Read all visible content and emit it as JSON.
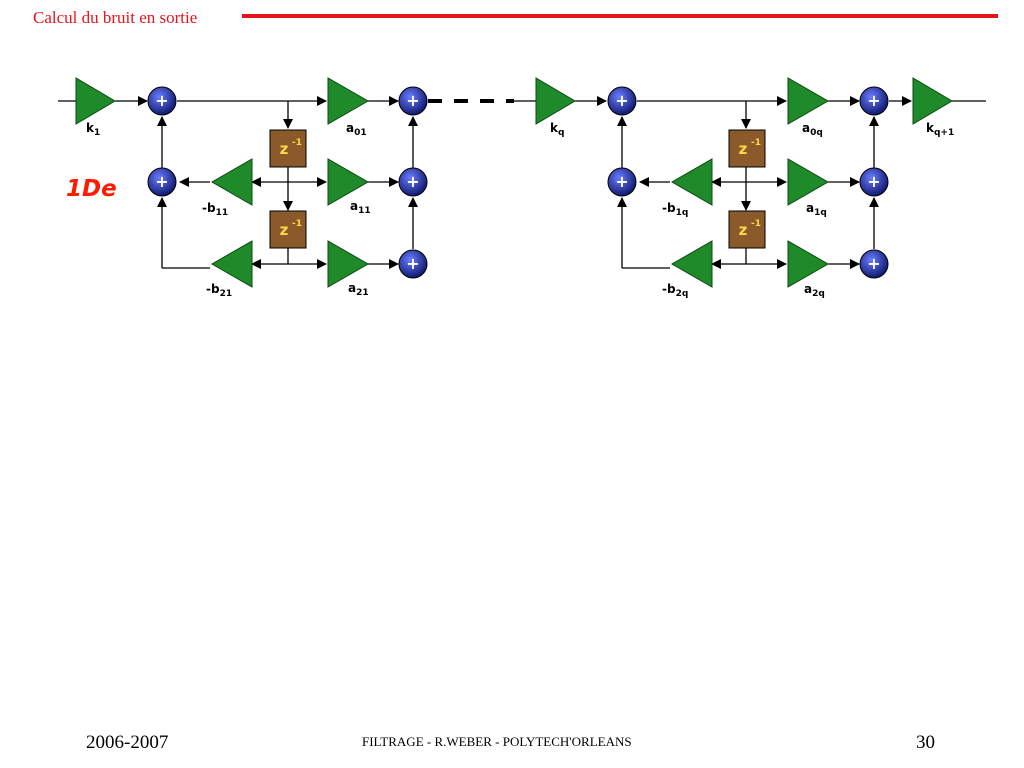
{
  "header": {
    "title": "Calcul du bruit en sortie"
  },
  "diagram": {
    "tag": "1De",
    "section1": {
      "k": "k1",
      "a0": "a01",
      "a1": "a11",
      "a2": "a21",
      "b1": "-b11",
      "b2": "-b21"
    },
    "section2": {
      "k": "kq",
      "a0": "a0q",
      "a1": "a1q",
      "a2": "a2q",
      "b1": "-b1q",
      "b2": "-b2q",
      "kout": "kq+1"
    },
    "delay_symbol": "z",
    "delay_exponent": "-1",
    "adder_symbol": "+"
  },
  "footer": {
    "year": "2006-2007",
    "author": "FILTRAGE  - R.WEBER - POLYTECH'ORLEANS",
    "page": "30"
  },
  "colors": {
    "title": "#e8141b",
    "gain": "#1f8a2a",
    "adder": "#1a2a9a",
    "delay": "#8b5a2b",
    "tag": "#ff1a00"
  }
}
